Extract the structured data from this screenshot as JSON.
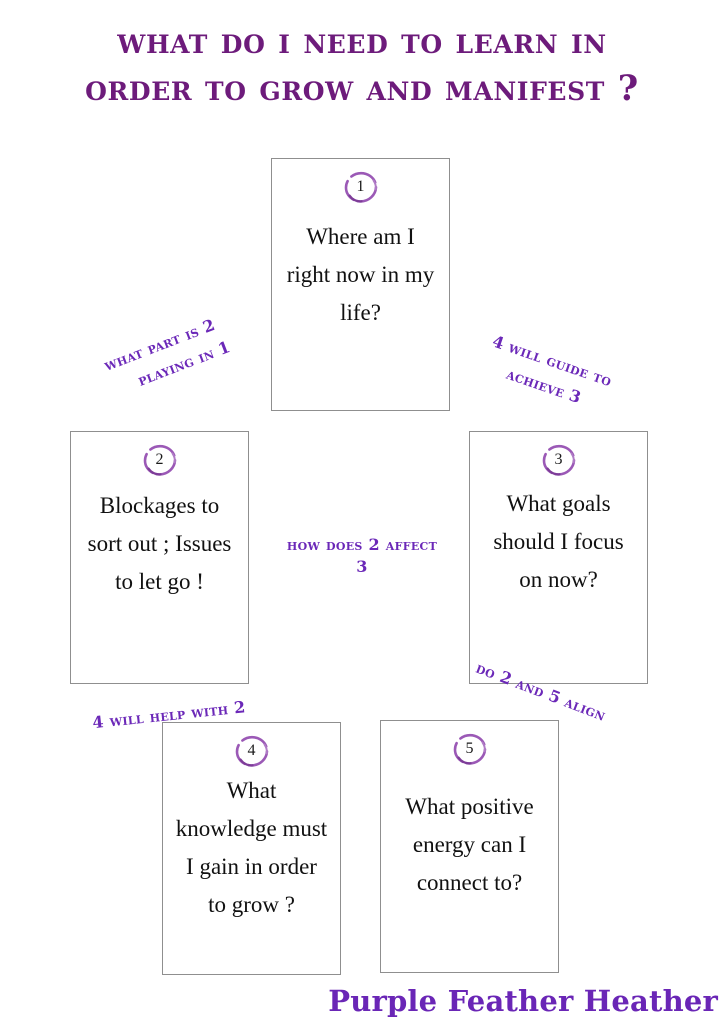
{
  "page": {
    "background_color": "#ffffff",
    "title_color": "#6d1b7b",
    "connector_color": "#6b28b8",
    "card_border_color": "#8f8f8f",
    "card_text_color": "#111111",
    "badge_color": "#9b59b6"
  },
  "title": {
    "line1": "What do I need to learn in",
    "line2": "order to grow and manifest ?"
  },
  "cards": [
    {
      "number": "1",
      "text": "Where am I right now in my life?",
      "badge_icon": "circle-badge-icon"
    },
    {
      "number": "2",
      "text": "Blockages to sort out ; Issues to let go !",
      "badge_icon": "circle-badge-icon"
    },
    {
      "number": "3",
      "text": "What goals should I focus on now?",
      "badge_icon": "circle-badge-icon"
    },
    {
      "number": "4",
      "text": "What knowledge must I gain in order to grow ?",
      "badge_icon": "circle-badge-icon"
    },
    {
      "number": "5",
      "text": "What positive energy can I connect to?",
      "badge_icon": "circle-badge-icon"
    }
  ],
  "connectors": [
    {
      "line1": "What part is 2",
      "line2": "playing in 1"
    },
    {
      "line1": "4 will guide to",
      "line2": "achieve 3"
    },
    {
      "line1": "How does 2 affect",
      "line2": "3"
    },
    {
      "line1": "4 will help with 2",
      "line2": ""
    },
    {
      "line1": "Do 2 and 5 align",
      "line2": ""
    }
  ],
  "footer": {
    "signature": "Purple Feather Heather"
  }
}
